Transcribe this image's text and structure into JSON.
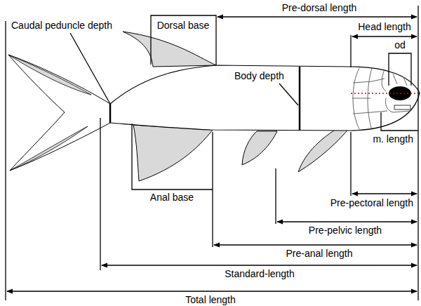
{
  "diagram": {
    "labels": [
      "Dorsal base",
      "Pre-dorsal length",
      "Caudal peduncle depth",
      "Body depth",
      "Head length",
      "od",
      "m. length",
      "Pre-pectoral length",
      "Pre-pelvic length",
      "Anal base",
      "Pre-anal length",
      "Standard-length",
      "Total length"
    ]
  }
}
